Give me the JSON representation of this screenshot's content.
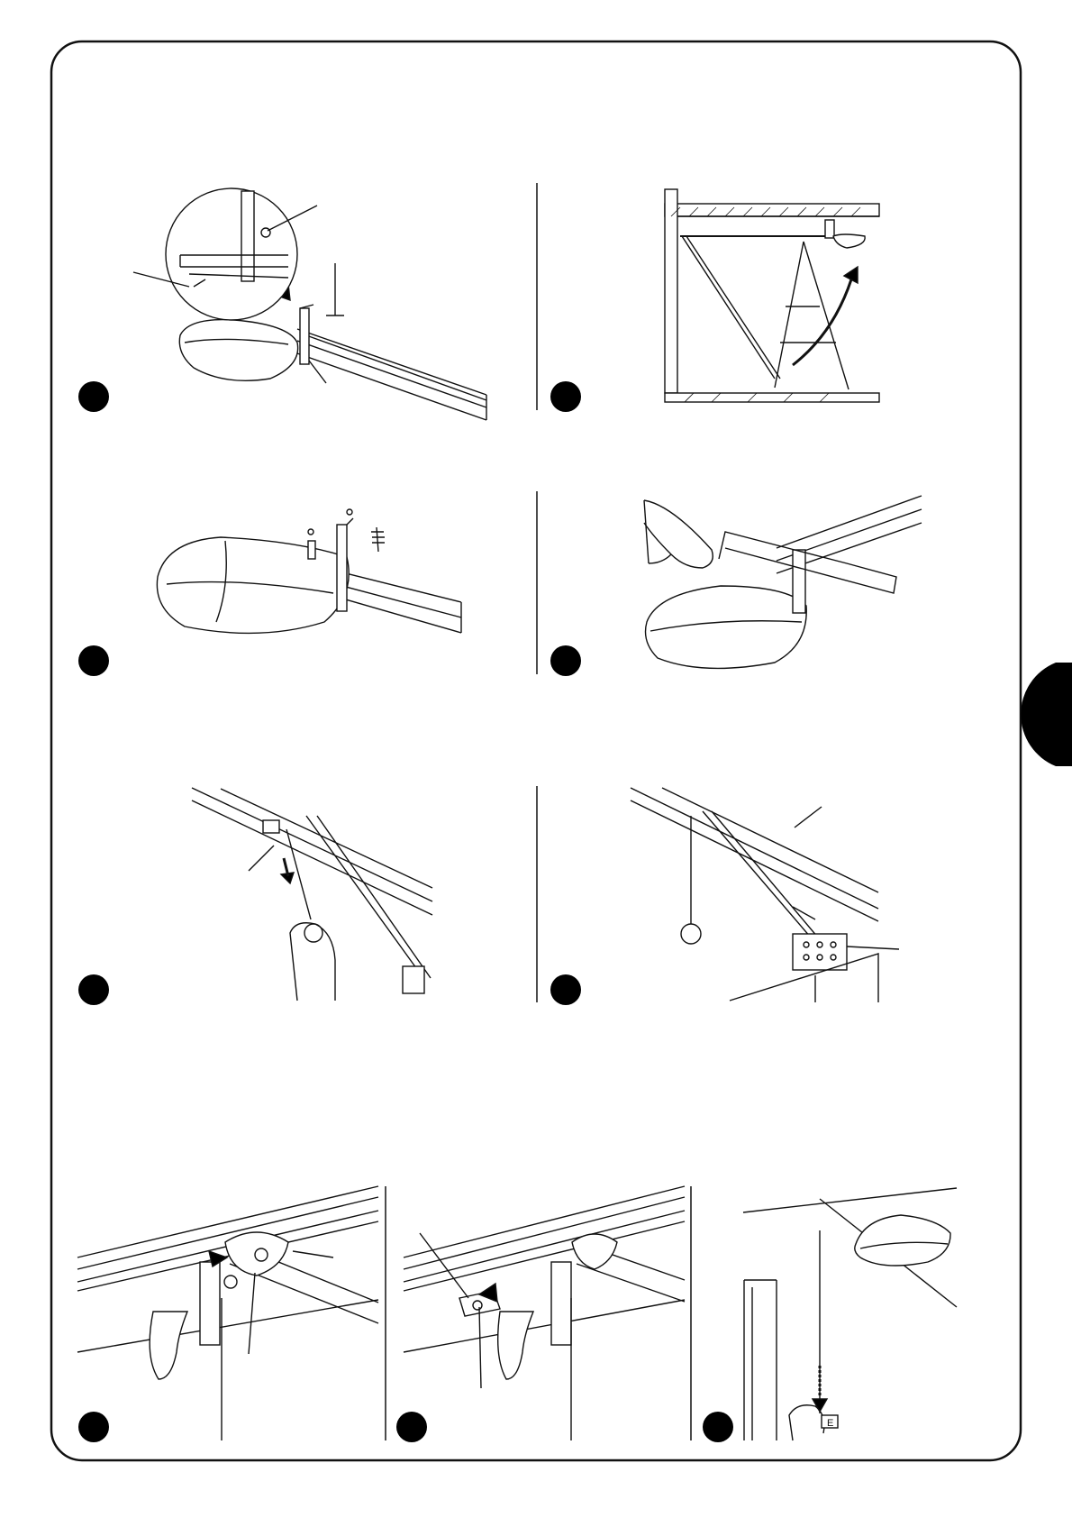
{
  "page": {
    "side_tab_color": "#000000",
    "ink_color": "#111111",
    "figures": [
      {
        "panel": "top-left",
        "subject": "motor-head-and-rail-with-bracket-detail"
      },
      {
        "panel": "top-right",
        "subject": "lifting-motor-to-ceiling-with-ladder"
      },
      {
        "panel": "second-left",
        "subject": "fixing-bracket-with-screws"
      },
      {
        "panel": "second-right",
        "subject": "cutting-bracket-with-hacksaw"
      },
      {
        "panel": "third-left",
        "subject": "pulling-release-cord-on-rail"
      },
      {
        "panel": "third-right",
        "subject": "arm-fixed-to-door-bracket"
      },
      {
        "panel": "bottom-left",
        "subject": "carriage-hook-engaged"
      },
      {
        "panel": "bottom-middle",
        "subject": "carriage-hook-released"
      },
      {
        "panel": "bottom-right",
        "subject": "manual-release-cord-pull"
      }
    ],
    "cord_tag_text": "E"
  }
}
